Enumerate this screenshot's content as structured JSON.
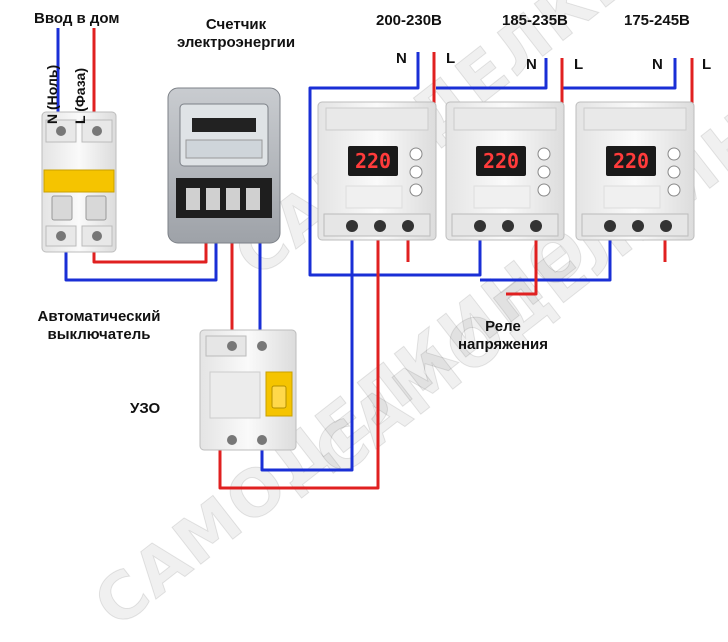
{
  "labels": {
    "home_input": "Ввод в дом",
    "neutral": "N (Ноль)",
    "phase": "L (Фаза)",
    "meter_line1": "Счетчик",
    "meter_line2": "электроэнергии",
    "breaker_line1": "Автоматический",
    "breaker_line2": "выключатель",
    "rcd": "УЗО",
    "relay_line1": "Реле",
    "relay_line2": "напряжения"
  },
  "relays": [
    {
      "range": "200-230В",
      "n": "N",
      "l": "L",
      "display": "220"
    },
    {
      "range": "185-235В",
      "n": "N",
      "l": "L",
      "display": "220"
    },
    {
      "range": "175-245В",
      "n": "N",
      "l": "L",
      "display": "220"
    }
  ],
  "watermark": "САМОДЕЛКИНО",
  "colors": {
    "neutral_wire": "#1a2fd6",
    "phase_wire": "#e02020",
    "device_body": "#f2f2f2",
    "display_bg": "#1a1a1a",
    "display_text": "#ff3b3b",
    "switch_yellow": "#f5c400"
  }
}
